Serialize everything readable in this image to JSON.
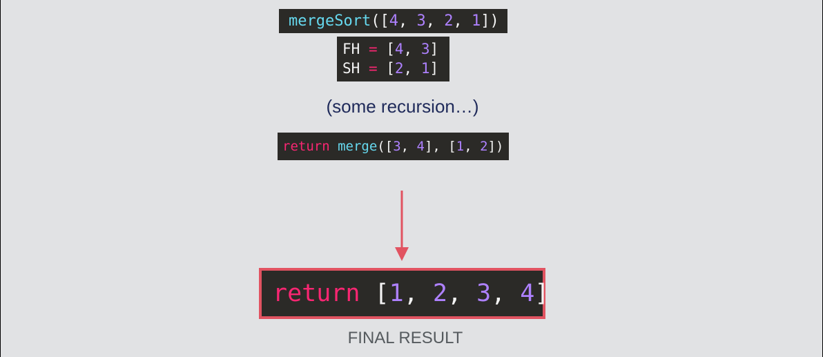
{
  "diagram": {
    "call": {
      "fn": "mergeSort",
      "open": "([",
      "nums": [
        "4",
        "3",
        "2",
        "1"
      ],
      "sep": ", ",
      "close": "])"
    },
    "halves": [
      {
        "name": "FH",
        "eq": " = ",
        "open": "[",
        "nums": [
          "4",
          "3"
        ],
        "sep": ", ",
        "close": "]"
      },
      {
        "name": "SH",
        "eq": " = ",
        "open": "[",
        "nums": [
          "2",
          "1"
        ],
        "sep": ", ",
        "close": "]"
      }
    ],
    "recursion_note": "(some recursion…)",
    "return_merge": {
      "kw": "return",
      "fn": "merge",
      "open1": "([",
      "a": [
        "3",
        "4"
      ],
      "sep": ", ",
      "mid": "], [",
      "b": [
        "1",
        "2"
      ],
      "close": "])"
    },
    "final_return": {
      "kw": "return",
      "open": "[",
      "nums": [
        "1",
        "2",
        "3",
        "4"
      ],
      "sep": ", ",
      "close": "]"
    },
    "final_label": "FINAL RESULT",
    "colors": {
      "background": "#e1e2e4",
      "code_bg": "#2b2a27",
      "number": "#ae81ff",
      "function": "#66d9ef",
      "keyword": "#f92672",
      "arrow": "#e15361",
      "note_text": "#1f2a5a",
      "label_text": "#555a5e"
    }
  }
}
